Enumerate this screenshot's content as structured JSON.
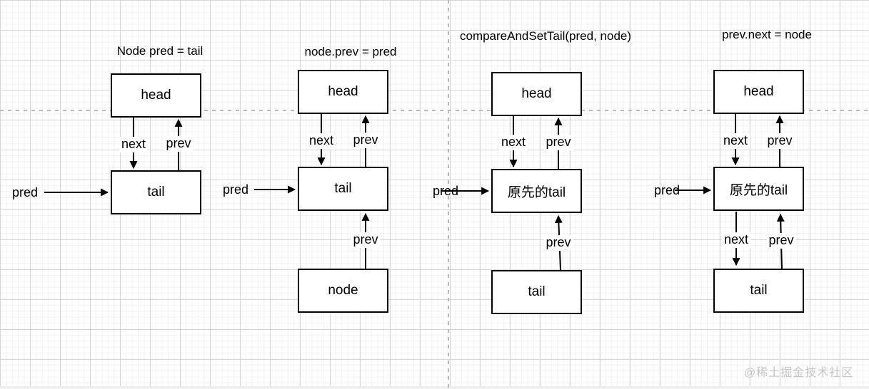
{
  "colors": {
    "stroke": "#000000",
    "grid_major": "#d6d6d6",
    "grid_minor": "#f2f1f1",
    "guide_dashed": "#b9b9b9",
    "watermark": "#c5c5c5"
  },
  "diagrams": [
    {
      "title": "Node pred = tail",
      "pred": "pred",
      "head": "head",
      "middle": "tail",
      "label_next_top": "next",
      "label_prev_top": "prev"
    },
    {
      "title": "node.prev = pred",
      "pred": "pred",
      "head": "head",
      "middle": "tail",
      "bottom": "node",
      "label_next_top": "next",
      "label_prev_top": "prev",
      "label_prev_bottom": "prev"
    },
    {
      "title": "compareAndSetTail(pred, node)",
      "pred": "pred",
      "head": "head",
      "middle": "原先的tail",
      "bottom": "tail",
      "label_next_top": "next",
      "label_prev_top": "prev",
      "label_prev_bottom": "prev"
    },
    {
      "title": "prev.next = node",
      "pred": "pred",
      "head": "head",
      "middle": "原先的tail",
      "bottom": "tail",
      "label_next_top": "next",
      "label_prev_top": "prev",
      "label_next_bottom": "next",
      "label_prev_bottom": "prev"
    }
  ],
  "watermark": "@稀土掘金技术社区"
}
